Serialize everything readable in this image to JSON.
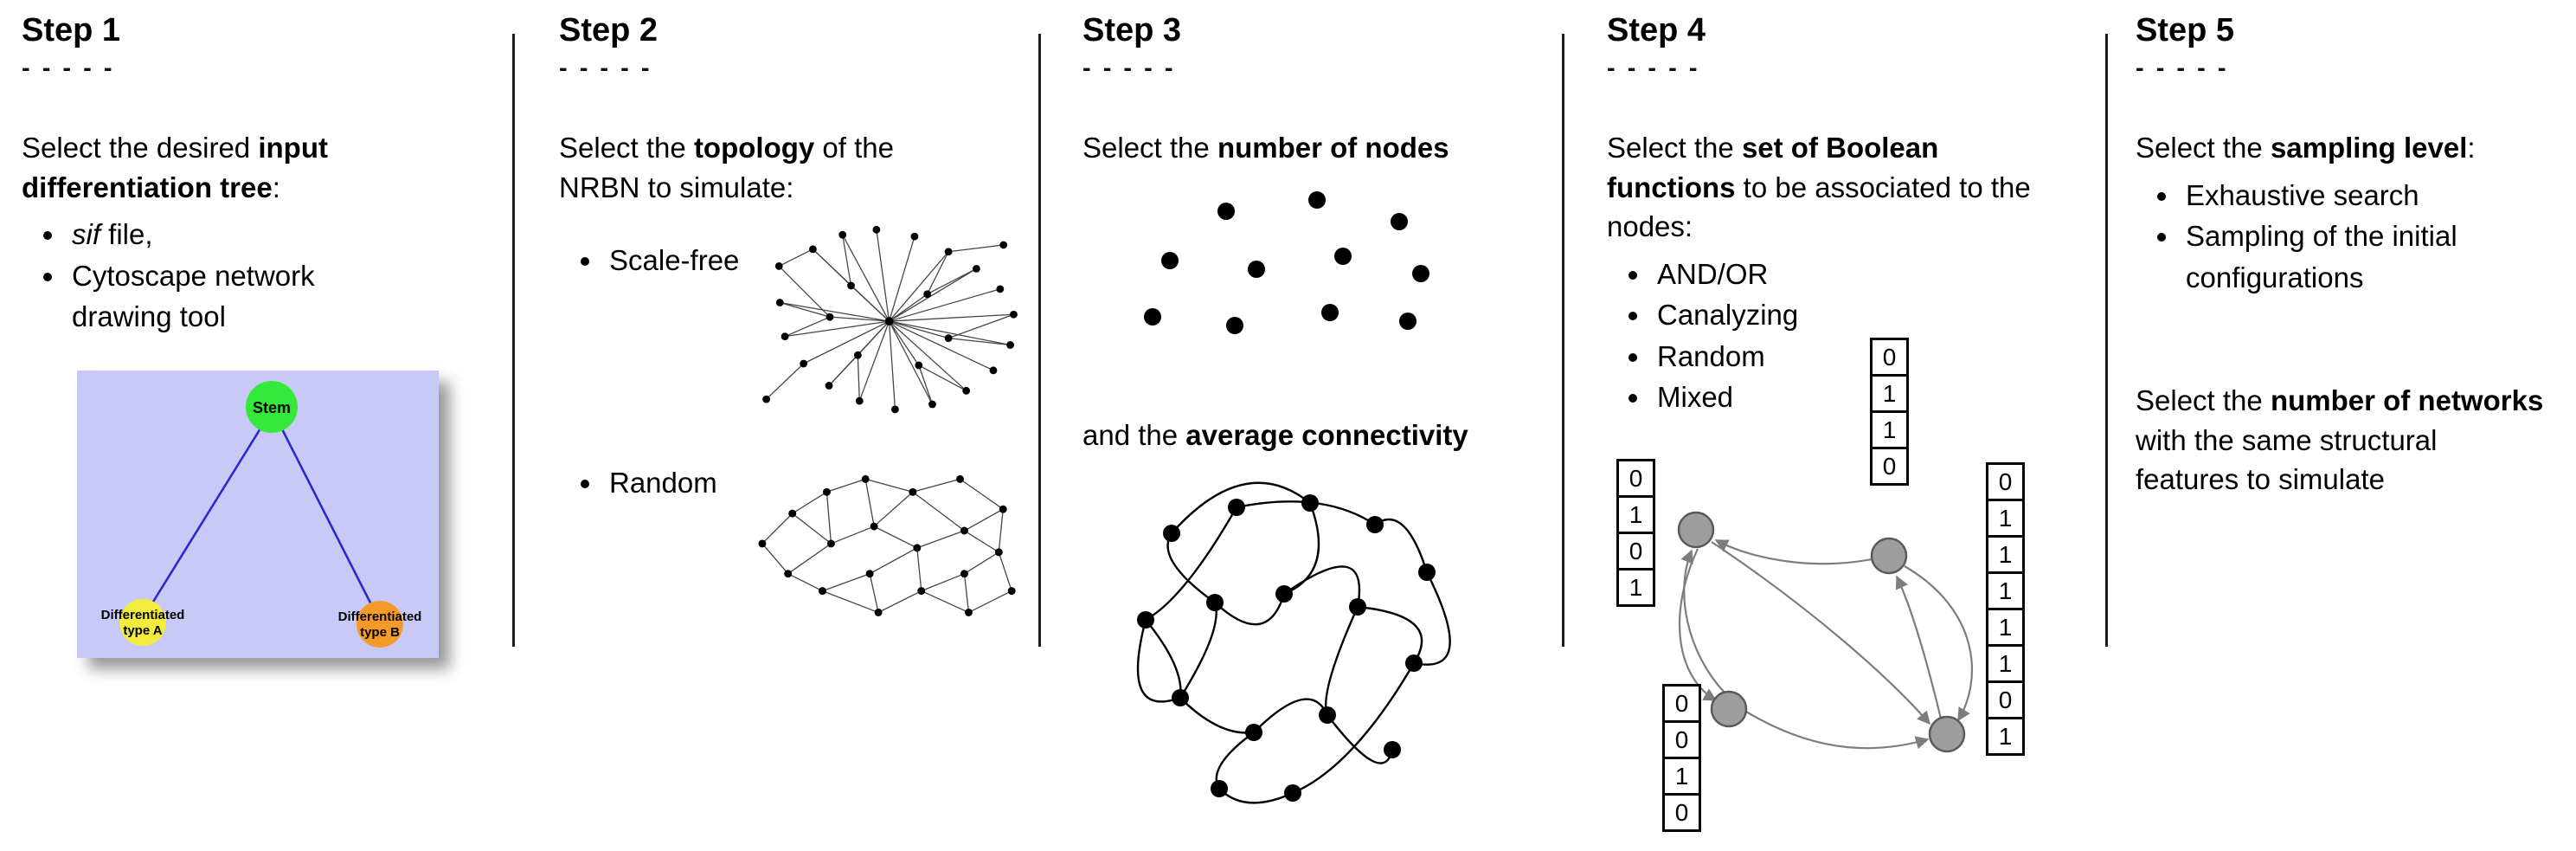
{
  "figure": {
    "steps": [
      {
        "title": "Step 1",
        "dashes": "- - - - -",
        "intro": [
          "Select the desired ",
          "input differentiation tree",
          ":"
        ],
        "bullet_sif_italic": "sif",
        "bullet_sif_rest": " file,",
        "bullet_cytoscape": "Cytoscape network drawing tool",
        "tree": {
          "stem": "Stem",
          "type_a_line1": "Differentiated",
          "type_a_line2": "type A",
          "type_b_line1": "Differentiated",
          "type_b_line2": "type B"
        }
      },
      {
        "title": "Step 2",
        "dashes": "- - - - -",
        "intro": [
          "Select the ",
          "topology",
          " of the NRBN to simulate:"
        ],
        "bullets": [
          "Scale-free",
          "Random"
        ]
      },
      {
        "title": "Step 3",
        "dashes": "- - - - -",
        "line1": [
          "Select the ",
          "number of nodes"
        ],
        "line2": [
          "and the ",
          "average connectivity"
        ]
      },
      {
        "title": "Step 4",
        "dashes": "- - - - -",
        "intro": [
          "Select the ",
          "set of Boolean functions",
          " to be associated to the nodes:"
        ],
        "bullets": [
          "AND/OR",
          "Canalyzing",
          "Random",
          "Mixed"
        ],
        "truth_tables": {
          "left": [
            "0",
            "1",
            "0",
            "1"
          ],
          "bottom_left": [
            "0",
            "0",
            "1",
            "0"
          ],
          "top": [
            "0",
            "1",
            "1",
            "0"
          ],
          "right": [
            "0",
            "1",
            "1",
            "1",
            "1",
            "1",
            "0",
            "1"
          ]
        }
      },
      {
        "title": "Step 5",
        "dashes": "- - - - -",
        "intro": [
          "Select the ",
          "sampling level",
          ":"
        ],
        "bullets": [
          "Exhaustive search",
          "Sampling of the initial configurations"
        ],
        "para2": [
          "Select the ",
          "number of networks",
          " with the same structural features to simulate"
        ]
      }
    ],
    "colors": {
      "stem_node": "#35e93a",
      "type_a_node": "#f2ec3d",
      "type_b_node": "#f59a28",
      "tree_background": "#c9c9f8",
      "tree_edge": "#2929cf",
      "gray_node": "#9e9e9e",
      "gray_node_border": "#5a5a5a",
      "gray_edge": "#7d7d7d"
    }
  }
}
